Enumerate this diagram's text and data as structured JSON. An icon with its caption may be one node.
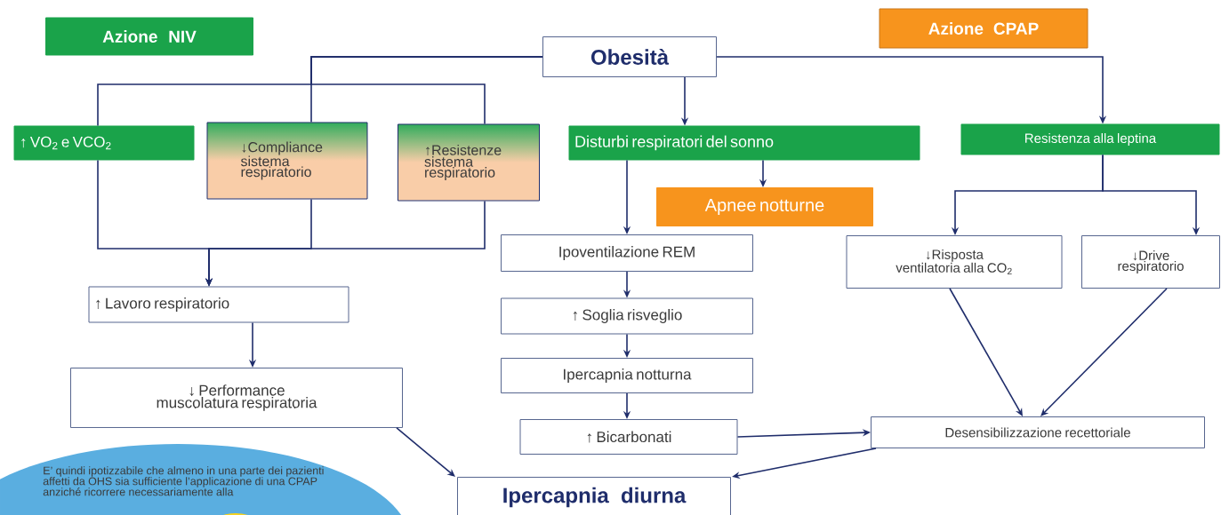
{
  "diagram": {
    "nodes": [
      {
        "text": [
          "Azione NIV"
        ]
      },
      {
        "text": [
          "Azione CPAP"
        ]
      },
      {
        "text": [
          "Obesità"
        ]
      },
      {
        "text": [
          "↑ VO$_{2}$ e VCO$_{2}$"
        ]
      },
      {
        "text": [
          "↓Compliance sistema respiratorio"
        ]
      },
      {
        "text": [
          "↑Resistenze sistema respiratorio"
        ]
      },
      {
        "text": [
          "Disturbi respiratori del sonno"
        ]
      },
      {
        "text": [
          "Resistenza alla leptina"
        ]
      },
      {
        "text": [
          "Apnee notturne"
        ]
      },
      {
        "text": [
          "Ipoventilazione REM"
        ]
      },
      {
        "text": [
          "↓Risposta ventilatoria alla CO$_{2}$"
        ]
      },
      {
        "text": [
          "↓Drive respiratorio"
        ]
      },
      {
        "text": [
          "↑ Lavoro respiratorio"
        ]
      },
      {
        "text": [
          "↑ Soglia risveglio"
        ]
      },
      {
        "text": [
          "Ipercapnia notturna"
        ]
      },
      {
        "text": [
          "↓ Performance muscolatura respiratoria"
        ]
      },
      {
        "text": [
          "↑ Bicarbonati"
        ]
      },
      {
        "text": [
          "Desensibilizzazione recettoriale"
        ]
      },
      {
        "text": [
          "Ipercapnia diurna"
        ]
      }
    ],
    "edges": [
      {
        "from": 2,
        "to": 3,
        "arrow": "none"
      },
      {
        "from": 2,
        "to": 4,
        "arrow": "none"
      },
      {
        "from": 2,
        "to": 5,
        "arrow": "none"
      },
      {
        "from": 3,
        "to": 12,
        "arrow": "to"
      },
      {
        "from": 4,
        "to": 12,
        "arrow": "to"
      },
      {
        "from": 5,
        "to": 12,
        "arrow": "to"
      },
      {
        "from": 2,
        "to": 6,
        "arrow": "to"
      },
      {
        "from": 2,
        "to": 7,
        "arrow": "to"
      },
      {
        "from": 6,
        "to": 8,
        "arrow": "to"
      },
      {
        "from": 6,
        "to": 9,
        "arrow": "to"
      },
      {
        "from": 9,
        "to": 13,
        "arrow": "to"
      },
      {
        "from": 13,
        "to": 14,
        "arrow": "to"
      },
      {
        "from": 14,
        "to": 16,
        "arrow": "to"
      },
      {
        "from": 7,
        "to": 10,
        "arrow": "to"
      },
      {
        "from": 7,
        "to": 11,
        "arrow": "to"
      },
      {
        "from": 12,
        "to": 15,
        "arrow": "to"
      },
      {
        "from": 15,
        "to": 18,
        "arrow": "to"
      },
      {
        "from": 16,
        "to": 17,
        "arrow": "to"
      },
      {
        "from": 10,
        "to": 17,
        "arrow": "to"
      },
      {
        "from": 11,
        "to": 17,
        "arrow": "to"
      },
      {
        "from": 17,
        "to": 18,
        "arrow": "to"
      }
    ],
    "labels": [
      "E’ quindi ipotizzabile che almeno in una parte dei pazienti affetti da OHS sia sufficiente l’applicazione di una CPAP anziché ricorrere necessariamente alla"
    ]
  }
}
